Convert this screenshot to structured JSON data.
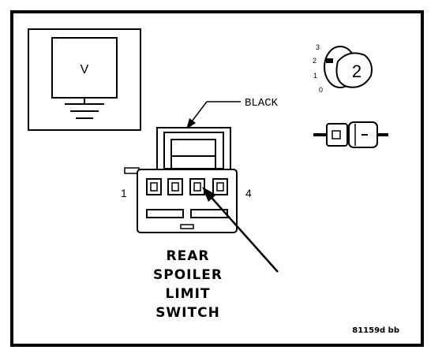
{
  "meter": {
    "label": "V"
  },
  "wire": {
    "color_label": "BLACK"
  },
  "pins": {
    "first": "1",
    "last": "4"
  },
  "switch_title": [
    "REAR",
    "SPOILER",
    "LIMIT",
    "SWITCH"
  ],
  "selector": {
    "positions": [
      "3",
      "2",
      "1",
      "0"
    ],
    "selected": "2"
  },
  "figure_code": "81159d bb"
}
